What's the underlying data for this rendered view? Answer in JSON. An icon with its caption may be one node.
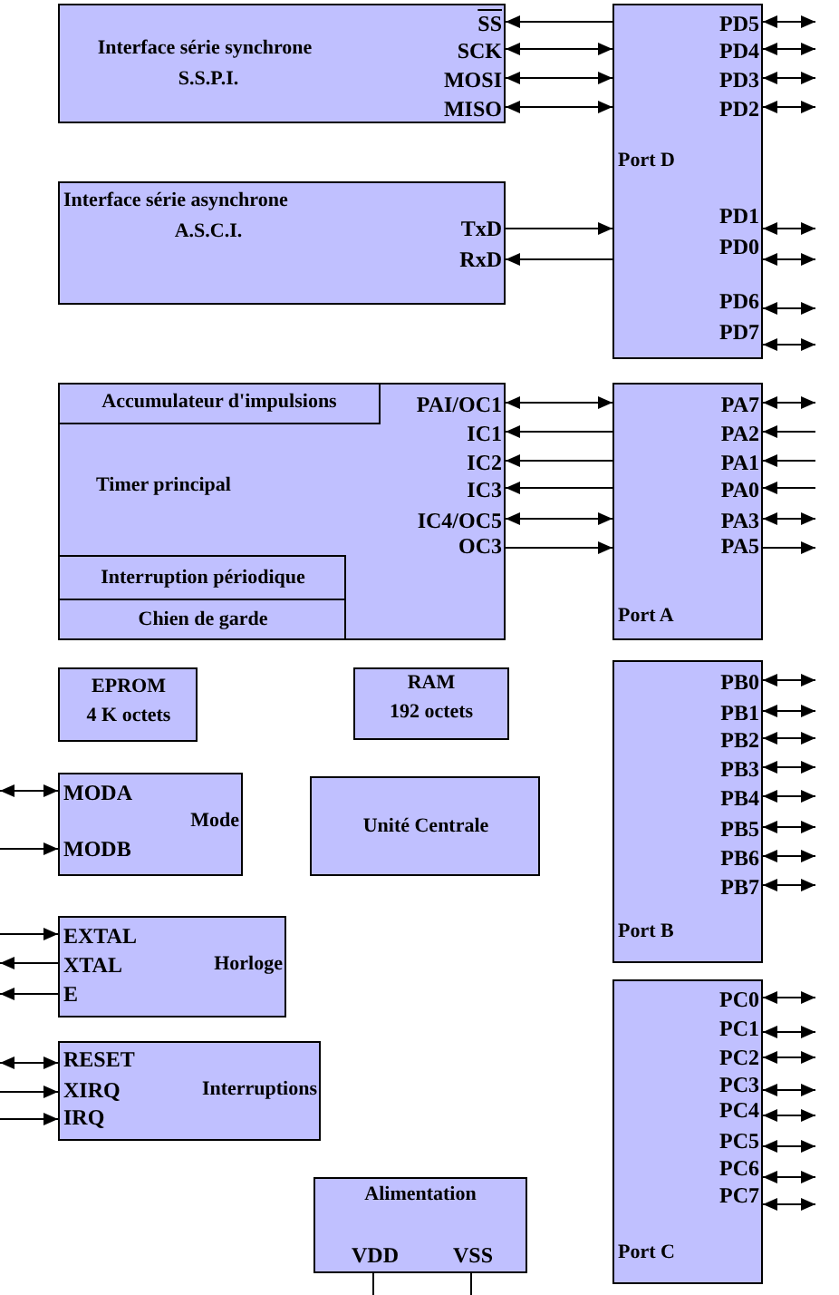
{
  "diagram": {
    "nodes": [
      {
        "text": [
          "Interface série synchrone",
          "S.S.P.I.",
          "SS",
          "SCK",
          "MOSI",
          "MISO"
        ]
      },
      {
        "text": [
          "PD5",
          "PD4",
          "PD3",
          "PD2",
          "PD1",
          "PD0",
          "PD6",
          "PD7",
          "Port D"
        ]
      },
      {
        "text": [
          "Interface série asynchrone",
          "A.S.C.I.",
          "TxD",
          "RxD"
        ]
      },
      {
        "text": [
          "Timer principal",
          "PAI/OC1",
          "IC1",
          "IC2",
          "IC3",
          "IC4/OC5",
          "OC3"
        ]
      },
      {
        "text": [
          "Accumulateur d'impulsions"
        ],
        "in": 3
      },
      {
        "text": [
          "Interruption périodique"
        ],
        "in": 3
      },
      {
        "text": [
          "Chien de garde"
        ],
        "in": 3
      },
      {
        "text": [
          "PA7",
          "PA2",
          "PA1",
          "PA0",
          "PA3",
          "PA5",
          "Port A"
        ]
      },
      {
        "text": [
          "EPROM",
          "4 K octets"
        ]
      },
      {
        "text": [
          "RAM",
          "192 octets"
        ]
      },
      {
        "text": [
          "MODA",
          "Mode",
          "MODB"
        ]
      },
      {
        "text": [
          "Unité Centrale"
        ]
      },
      {
        "text": [
          "PB0",
          "PB1",
          "PB2",
          "PB3",
          "PB4",
          "PB5",
          "PB6",
          "PB7",
          "Port B"
        ]
      },
      {
        "text": [
          "EXTAL",
          "XTAL",
          "Horloge",
          "E"
        ]
      },
      {
        "text": [
          "RESET",
          "XIRQ",
          "Interruptions",
          "IRQ"
        ]
      },
      {
        "text": [
          "PC0",
          "PC1",
          "PC2",
          "PC3",
          "PC4",
          "PC5",
          "PC6",
          "PC7",
          "Port C"
        ]
      },
      {
        "text": [
          "Alimentation",
          "VDD",
          "VSS"
        ]
      }
    ],
    "edges": [
      {
        "from": 1,
        "to": 0,
        "arrow": "to"
      },
      {
        "from": 0,
        "to": 1,
        "arrow": "both"
      },
      {
        "from": 0,
        "to": 1,
        "arrow": "both"
      },
      {
        "from": 0,
        "to": 1,
        "arrow": "both"
      },
      {
        "from": 1,
        "to": null,
        "arrow": "both"
      },
      {
        "from": 1,
        "to": null,
        "arrow": "both"
      },
      {
        "from": 1,
        "to": null,
        "arrow": "both"
      },
      {
        "from": 1,
        "to": null,
        "arrow": "both"
      },
      {
        "from": 2,
        "to": 1,
        "arrow": "to"
      },
      {
        "from": 1,
        "to": 2,
        "arrow": "to"
      },
      {
        "from": 1,
        "to": null,
        "arrow": "both"
      },
      {
        "from": 1,
        "to": null,
        "arrow": "both"
      },
      {
        "from": 1,
        "to": null,
        "arrow": "both"
      },
      {
        "from": 1,
        "to": null,
        "arrow": "both"
      },
      {
        "from": 3,
        "to": 7,
        "arrow": "both"
      },
      {
        "from": 7,
        "to": 3,
        "arrow": "to"
      },
      {
        "from": 7,
        "to": 3,
        "arrow": "to"
      },
      {
        "from": 7,
        "to": 3,
        "arrow": "to"
      },
      {
        "from": 3,
        "to": 7,
        "arrow": "both"
      },
      {
        "from": 3,
        "to": 7,
        "arrow": "to"
      },
      {
        "from": 7,
        "to": null,
        "arrow": "both"
      },
      {
        "from": null,
        "to": 7,
        "arrow": "to"
      },
      {
        "from": null,
        "to": 7,
        "arrow": "to"
      },
      {
        "from": null,
        "to": 7,
        "arrow": "to"
      },
      {
        "from": 7,
        "to": null,
        "arrow": "both"
      },
      {
        "from": 7,
        "to": null,
        "arrow": "to"
      },
      {
        "from": 12,
        "to": null,
        "arrow": "both"
      },
      {
        "from": 12,
        "to": null,
        "arrow": "both"
      },
      {
        "from": 12,
        "to": null,
        "arrow": "both"
      },
      {
        "from": 12,
        "to": null,
        "arrow": "both"
      },
      {
        "from": 12,
        "to": null,
        "arrow": "both"
      },
      {
        "from": 12,
        "to": null,
        "arrow": "both"
      },
      {
        "from": 12,
        "to": null,
        "arrow": "both"
      },
      {
        "from": 12,
        "to": null,
        "arrow": "both"
      },
      {
        "from": null,
        "to": 10,
        "arrow": "both"
      },
      {
        "from": null,
        "to": 10,
        "arrow": "to"
      },
      {
        "from": null,
        "to": 13,
        "arrow": "to"
      },
      {
        "from": 13,
        "to": null,
        "arrow": "to"
      },
      {
        "from": 13,
        "to": null,
        "arrow": "to"
      },
      {
        "from": null,
        "to": 14,
        "arrow": "both"
      },
      {
        "from": null,
        "to": 14,
        "arrow": "to"
      },
      {
        "from": null,
        "to": 14,
        "arrow": "to"
      },
      {
        "from": 15,
        "to": null,
        "arrow": "both"
      },
      {
        "from": 15,
        "to": null,
        "arrow": "both"
      },
      {
        "from": 15,
        "to": null,
        "arrow": "both"
      },
      {
        "from": 15,
        "to": null,
        "arrow": "both"
      },
      {
        "from": 15,
        "to": null,
        "arrow": "both"
      },
      {
        "from": 15,
        "to": null,
        "arrow": "both"
      },
      {
        "from": 15,
        "to": null,
        "arrow": "both"
      },
      {
        "from": 15,
        "to": null,
        "arrow": "both"
      },
      {
        "from": 16,
        "to": null,
        "arrow": "none"
      },
      {
        "from": 16,
        "to": null,
        "arrow": "none"
      }
    ]
  }
}
